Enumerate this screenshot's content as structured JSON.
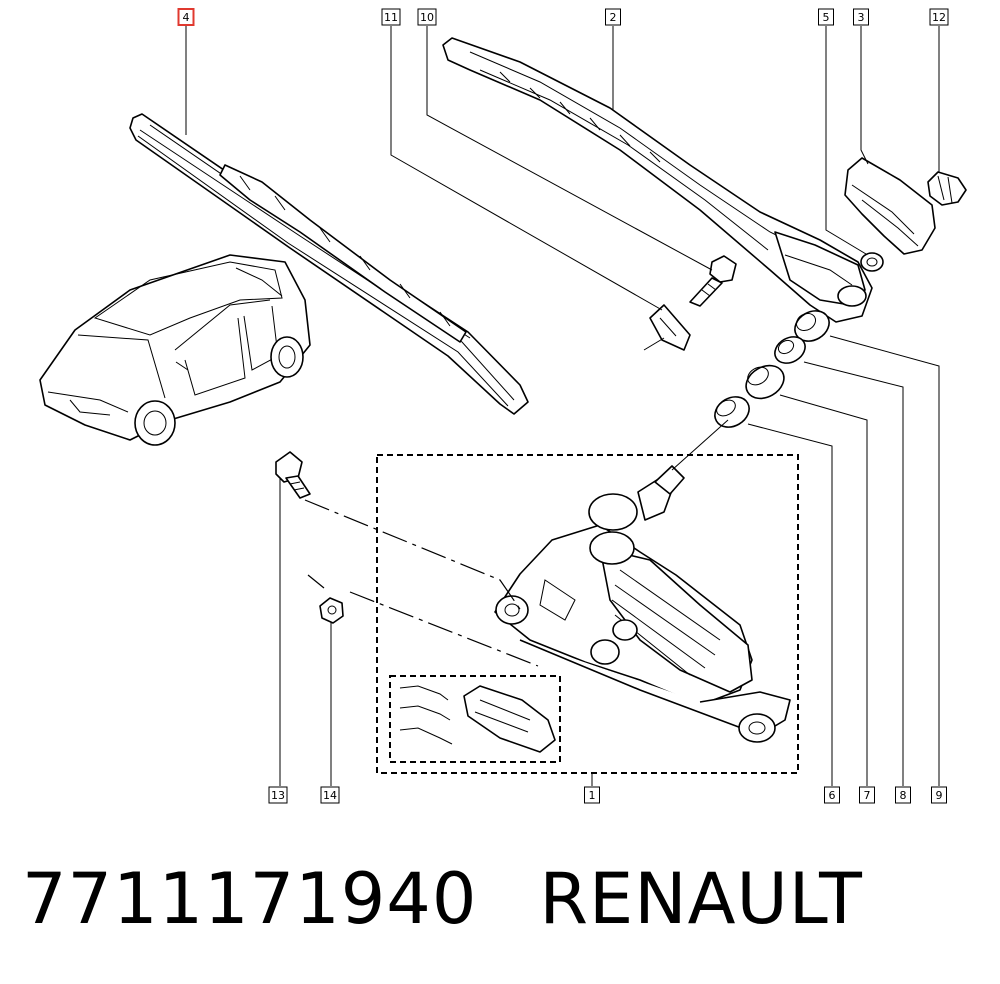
{
  "callouts": [
    {
      "label": "4",
      "highlighted": true
    },
    {
      "label": "11"
    },
    {
      "label": "10"
    },
    {
      "label": "2"
    },
    {
      "label": "5"
    },
    {
      "label": "3"
    },
    {
      "label": "12"
    },
    {
      "label": "13"
    },
    {
      "label": "14"
    },
    {
      "label": "1"
    },
    {
      "label": "6"
    },
    {
      "label": "7"
    },
    {
      "label": "8"
    },
    {
      "label": "9"
    }
  ],
  "caption": {
    "part_number": "7711171940",
    "brand": "RENAULT"
  },
  "colors": {
    "line": "#000000",
    "highlight": "#e0392f",
    "background": "#ffffff"
  }
}
